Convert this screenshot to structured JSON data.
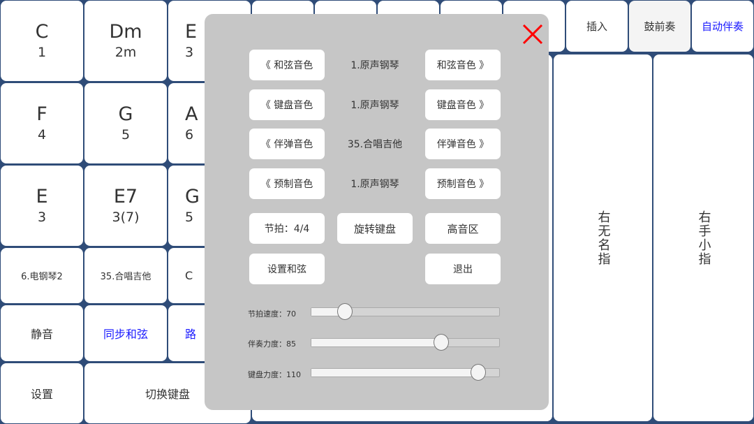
{
  "chords": [
    {
      "name": "C",
      "degree": "1"
    },
    {
      "name": "Dm",
      "degree": "2m"
    },
    {
      "name": "E",
      "degree": "3"
    },
    {
      "name": "F",
      "degree": "4"
    },
    {
      "name": "G",
      "degree": "5"
    },
    {
      "name": "A",
      "degree": "6"
    },
    {
      "name": "E",
      "degree": "3"
    },
    {
      "name": "E7",
      "degree": "3(7)"
    },
    {
      "name": "G",
      "degree": "5"
    }
  ],
  "left": {
    "voice1": "6.电钢琴2",
    "voice2": "35.合唱吉他",
    "voice3": "C",
    "mute": "静音",
    "sync_chord": "同步和弦",
    "third": "路",
    "settings": "设置",
    "switch_keyboard": "切换键盘"
  },
  "top": {
    "insert": "插入",
    "drum_intro": "鼓前奏",
    "auto_accomp": "自动伴奏"
  },
  "right": {
    "ring": "右无名指",
    "pinky": "右手小指"
  },
  "modal": {
    "rows": [
      {
        "prev": "《  和弦音色",
        "value": "1.原声钢琴",
        "next": "和弦音色  》"
      },
      {
        "prev": "《  键盘音色",
        "value": "1.原声钢琴",
        "next": "键盘音色  》"
      },
      {
        "prev": "《  伴弹音色",
        "value": "35.合唱吉他",
        "next": "伴弹音色  》"
      },
      {
        "prev": "《  预制音色",
        "value": "1.原声钢琴",
        "next": "预制音色  》"
      }
    ],
    "beat": "节拍：4/4",
    "rotate": "旋转键盘",
    "high": "高音区",
    "set_chord": "设置和弦",
    "exit": "退出",
    "sliders": [
      {
        "label": "节拍速度：70",
        "value": 70,
        "level": 0.18
      },
      {
        "label": "伴奏力度：85",
        "value": 85,
        "level": 0.69
      },
      {
        "label": "键盘力度：110",
        "value": 110,
        "level": 0.89
      }
    ],
    "close_color": "#ff0000"
  }
}
